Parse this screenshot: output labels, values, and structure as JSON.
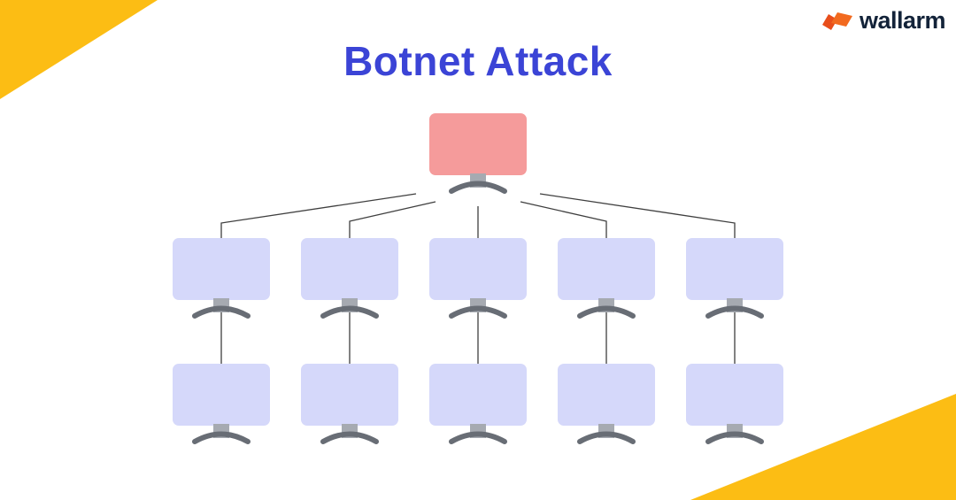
{
  "title": {
    "text": "Botnet Attack",
    "color": "#3B44D6"
  },
  "brand": {
    "wordmark": "wallarm",
    "icon_color": "#F26A1F",
    "icon_color_dark": "#E84E1B",
    "text_color": "#132339"
  },
  "colors": {
    "accent_corner": "#FCBD14",
    "attacker_screen": "#F59B9B",
    "bot_screen": "#D5D8FA",
    "stand_neck": "#A6AAB1",
    "stand_base": "#686D75",
    "connector_line": "#3F3F3F",
    "background": "#FFFFFF"
  },
  "diagram": {
    "description": "One attacker computer connected to five bot computers, each connected to one more bot computer below",
    "nodes": [
      {
        "name": "attacker-computer",
        "type": "attacker",
        "row": "top",
        "col": 2
      },
      {
        "name": "bot-computer-1",
        "type": "bot",
        "row": "middle",
        "col": 0
      },
      {
        "name": "bot-computer-2",
        "type": "bot",
        "row": "middle",
        "col": 1
      },
      {
        "name": "bot-computer-3",
        "type": "bot",
        "row": "middle",
        "col": 2
      },
      {
        "name": "bot-computer-4",
        "type": "bot",
        "row": "middle",
        "col": 3
      },
      {
        "name": "bot-computer-5",
        "type": "bot",
        "row": "bottom",
        "col": 4
      },
      {
        "name": "bot-computer-6",
        "type": "bot",
        "row": "bottom",
        "col": 0
      },
      {
        "name": "bot-computer-7",
        "type": "bot",
        "row": "bottom",
        "col": 1
      },
      {
        "name": "bot-computer-8",
        "type": "bot",
        "row": "bottom",
        "col": 2
      },
      {
        "name": "bot-computer-9",
        "type": "bot",
        "row": "bottom",
        "col": 3
      },
      {
        "name": "bot-computer-10",
        "type": "bot",
        "row": "middle",
        "col": 4
      }
    ]
  }
}
